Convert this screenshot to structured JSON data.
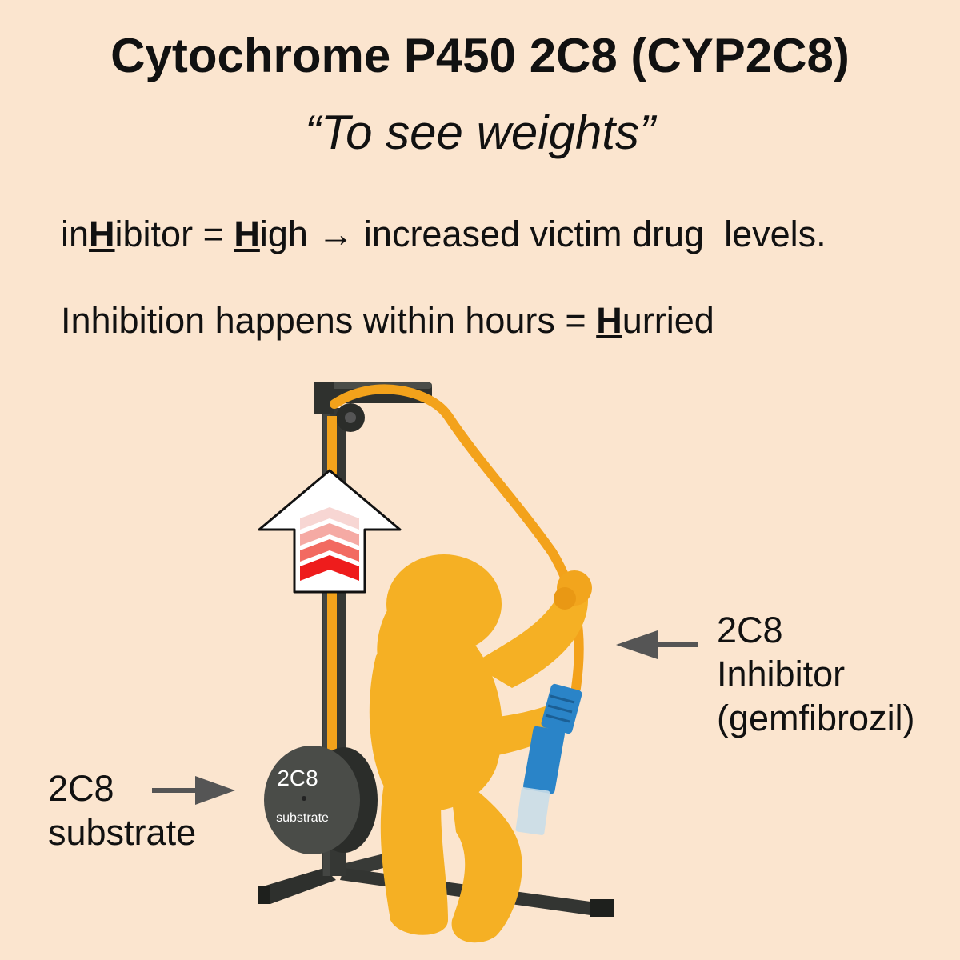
{
  "header": {
    "title": "Cytochrome P450 2C8 (CYP2C8)",
    "subtitle": "“To see weights”"
  },
  "mnemonic_line1": {
    "prefix": "in",
    "key1": "H",
    "mid": "ibitor = ",
    "key2": "H",
    "suffix": "igh → increased victim drug  levels."
  },
  "mnemonic_line2": {
    "prefix": "Inhibition happens within hours = ",
    "key": "H",
    "suffix": "urried"
  },
  "inhibitor_label": {
    "line1": "2C8",
    "line2": "Inhibitor",
    "line3": "(gemfibrozil)"
  },
  "substrate_label": {
    "line1": "2C8",
    "line2": "substrate"
  },
  "weight_plate": {
    "top_text": "2C8",
    "bottom_text": "substrate"
  },
  "colors": {
    "background": "#fbe5cf",
    "figure": "#f5b024",
    "rope": "#f3a21b",
    "machine": "#3b3d3a",
    "arrow_gray": "#555555",
    "chevron_red": "#ee1c1c",
    "connector_blue": "#2a84c8"
  },
  "icons": [
    "up-arrow-icon",
    "left-arrow-icon",
    "right-arrow-icon"
  ]
}
